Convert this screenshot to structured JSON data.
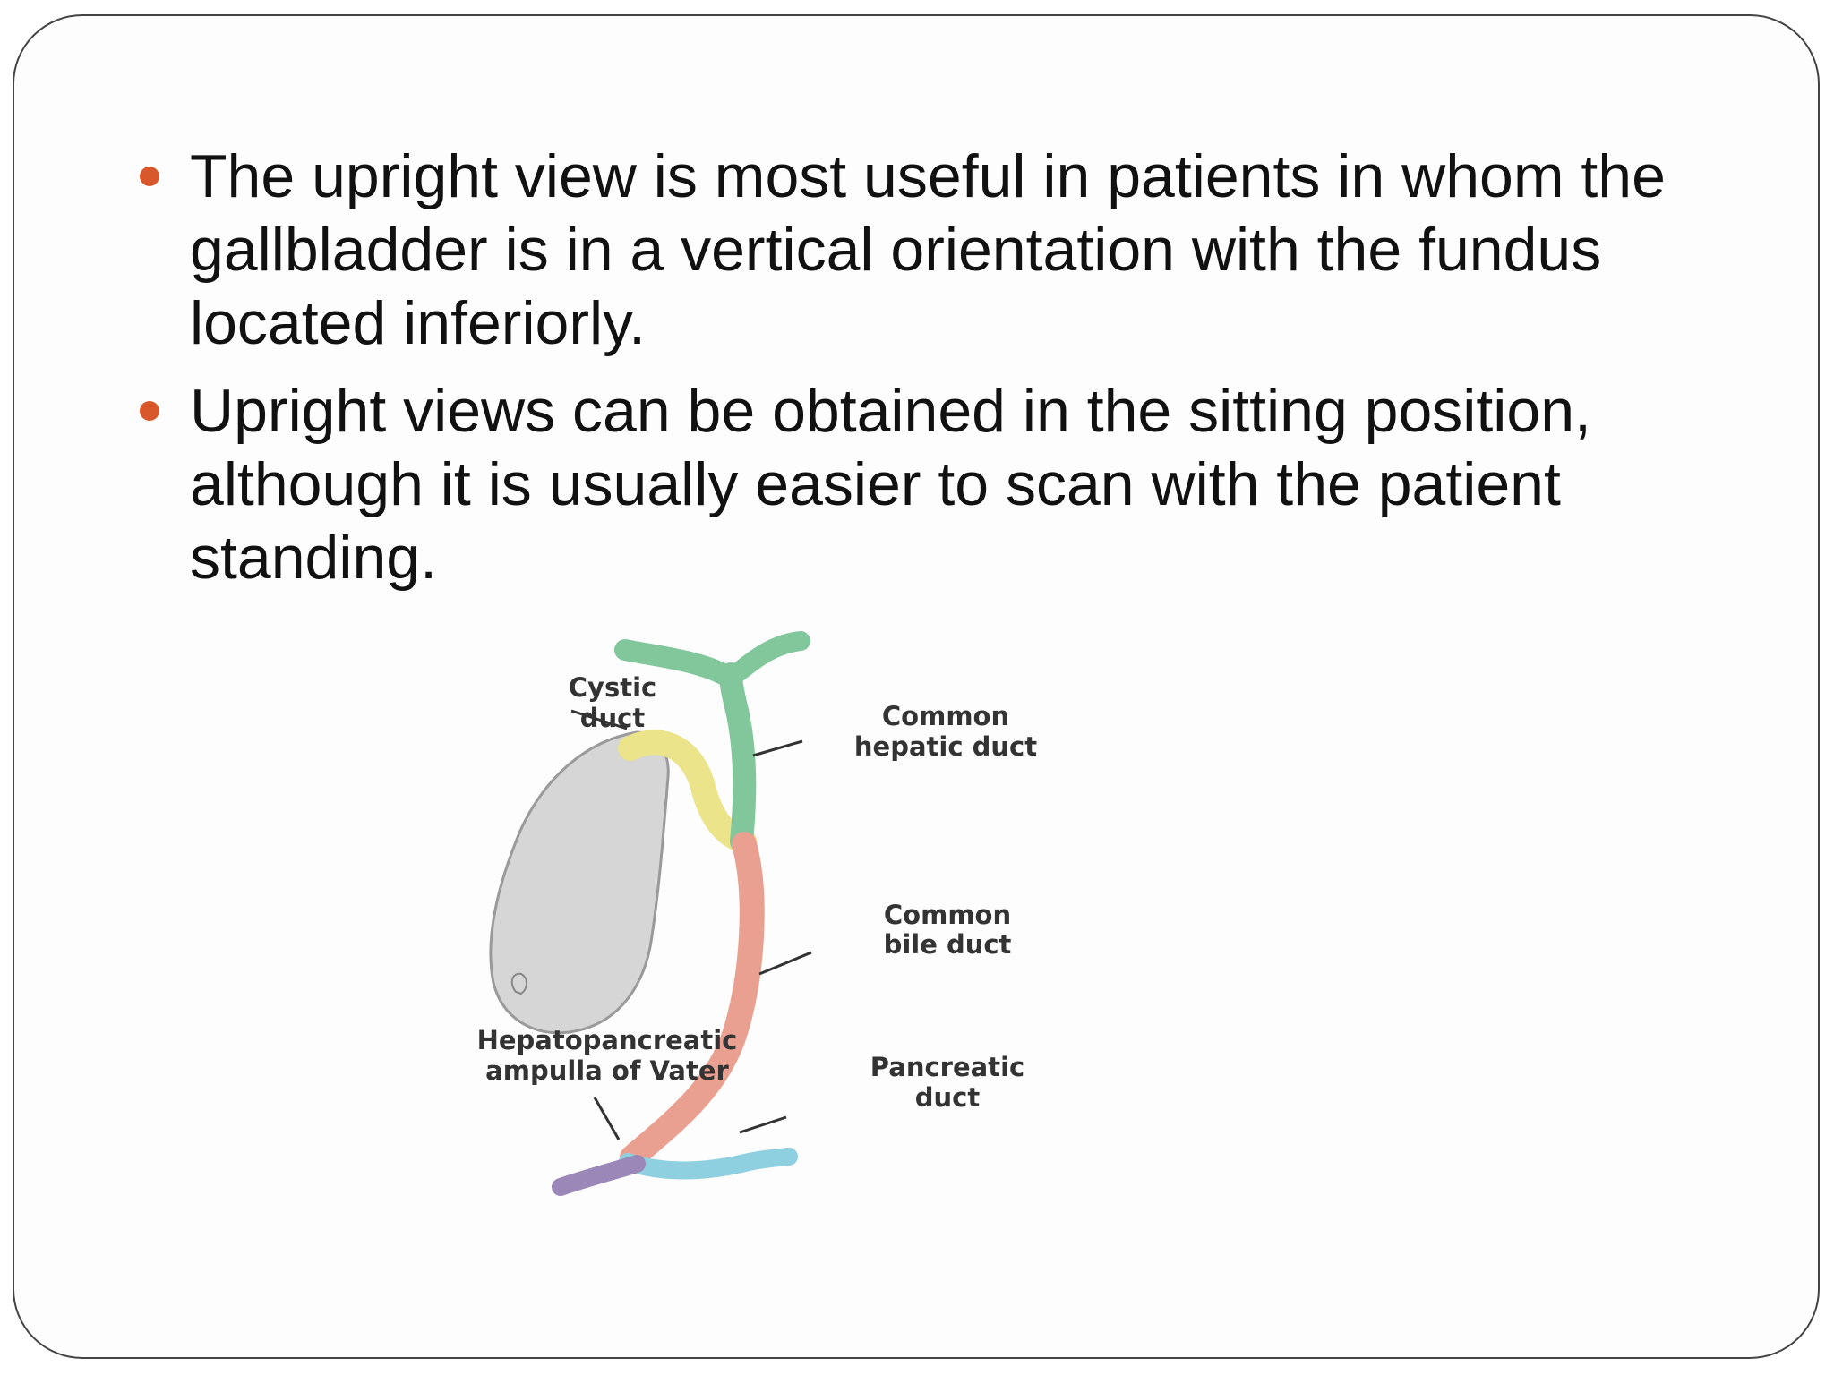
{
  "slide": {
    "bullets": [
      {
        "text": "The upright view is most useful in patients in whom the gallbladder is in a vertical orientation with the fundus located inferiorly."
      },
      {
        "text": "Upright views can be obtained in the sitting position, although it is usually easier to scan with the patient standing."
      }
    ],
    "bullet_color": "#d9582b"
  },
  "diagram": {
    "labels": {
      "cystic_duct": [
        "Cystic",
        "duct"
      ],
      "common_hepatic_duct": [
        "Common",
        "hepatic duct"
      ],
      "common_bile_duct": [
        "Common",
        "bile duct"
      ],
      "ampulla": [
        "Hepatopancreatic",
        "ampulla of Vater"
      ],
      "pancreatic_duct": [
        "Pancreatic",
        "duct"
      ]
    },
    "colors": {
      "gallbladder": "#d6d6d6",
      "cystic_duct": "#ece48a",
      "hepatic_duct": "#82c79b",
      "bile_duct": "#e9a090",
      "pancreatic_duct": "#8fd0e0",
      "ampulla": "#9b87b8"
    }
  }
}
